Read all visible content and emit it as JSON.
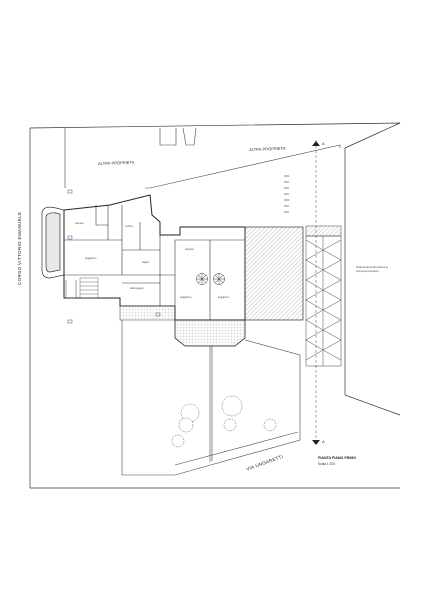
{
  "streets": {
    "corso": "CORSO VITTORIO EMANUELE",
    "via": "VIA UNGARETTI"
  },
  "properties": {
    "left": "ALTRA PROPRIETA",
    "right": "ALTRA PROPRIETA'"
  },
  "section_markers": {
    "top": "A",
    "bottom": "A"
  },
  "side_note": {
    "line1": "Scala antincendio interna ai",
    "line2": "Compound annessi"
  },
  "rooms": {
    "r1": "soggiorno",
    "r2": "camera",
    "r3": "cucina",
    "r4": "bagno",
    "r5": "disimpegno",
    "r6": "soggiorno",
    "r7": "soggiorno",
    "r8": "camera"
  },
  "title_block": {
    "title": "PIANTA PIANO PRIMO",
    "scale": "Scala 1:100"
  },
  "colors": {
    "line": "#333333",
    "hatch": "#777777",
    "fill": "#ececec"
  }
}
